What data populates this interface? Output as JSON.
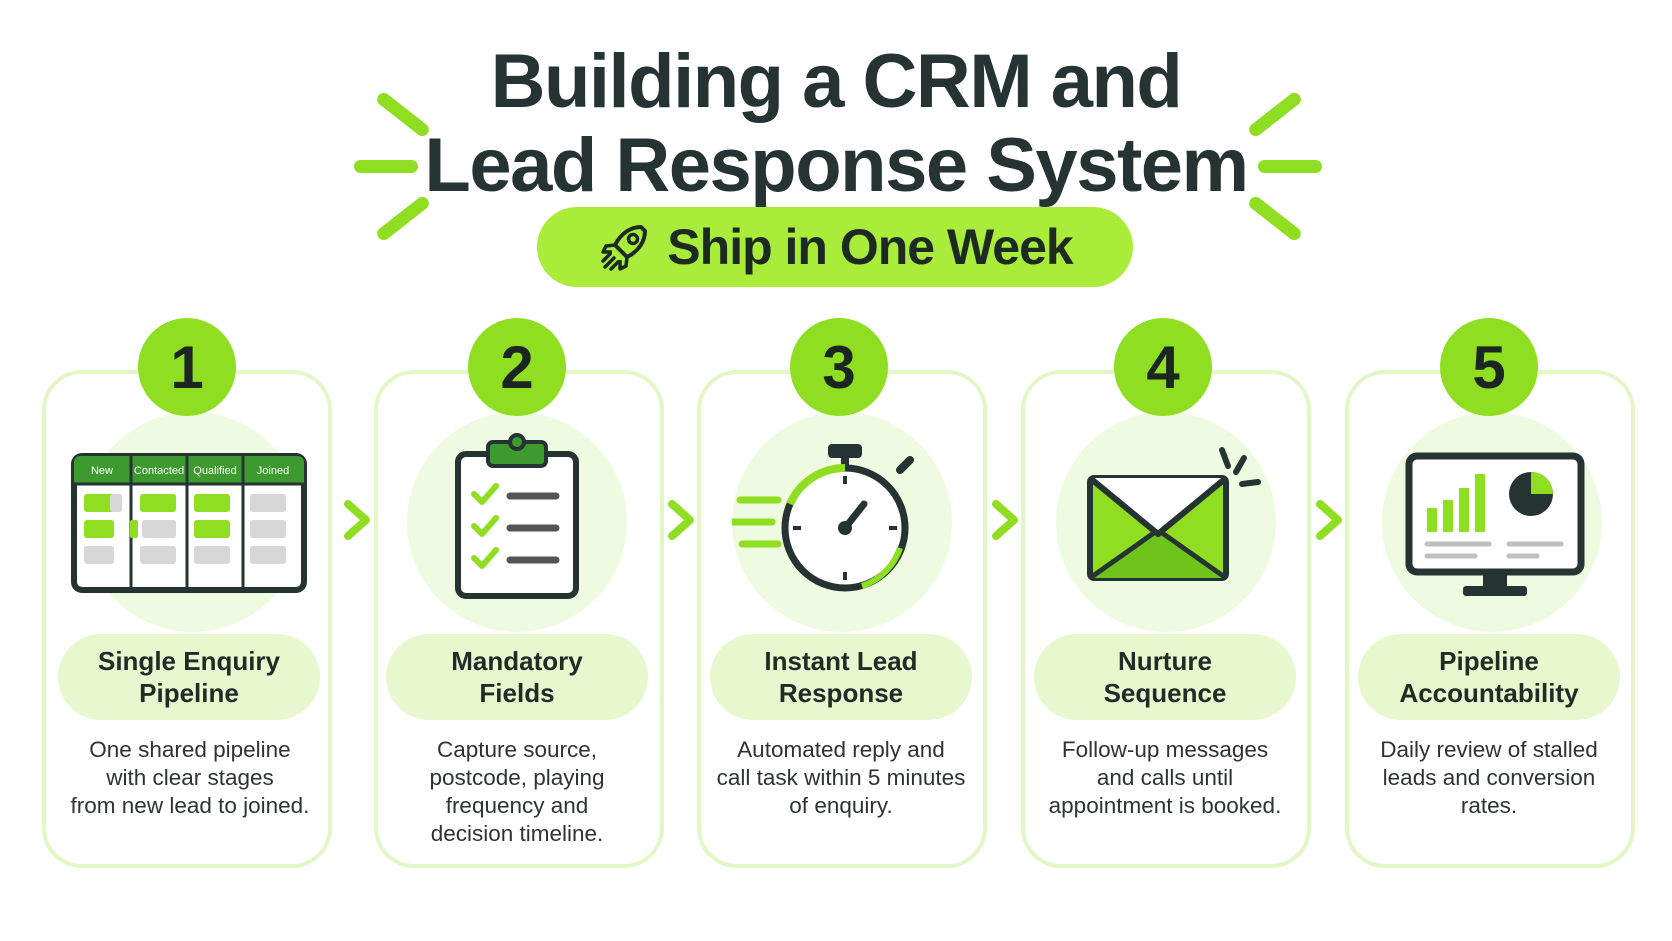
{
  "title": {
    "line1": "Building a CRM and",
    "line2": "Lead Response System"
  },
  "badge_text": "Ship in One Week",
  "colors": {
    "accent": "#8fde21",
    "pill": "#a9ec3a",
    "card_border": "#e2f6c6",
    "label_bg": "#e7f7ce",
    "icon_bg": "#eefbe0",
    "dark": "#263333"
  },
  "steps": [
    {
      "number": "1",
      "icon": "kanban-board-icon",
      "label": "Single Enquiry\nPipeline",
      "description": "One shared pipeline\nwith clear stages\nfrom new lead to joined.",
      "columns": [
        "New",
        "Contacted",
        "Qualified",
        "Joined"
      ]
    },
    {
      "number": "2",
      "icon": "clipboard-checklist-icon",
      "label": "Mandatory\nFields",
      "description": "Capture source,\npostcode, playing\nfrequency and\ndecision timeline."
    },
    {
      "number": "3",
      "icon": "stopwatch-icon",
      "label": "Instant Lead\nResponse",
      "description": "Automated reply and\ncall task within 5 minutes\nof enquiry."
    },
    {
      "number": "4",
      "icon": "envelope-icon",
      "label": "Nurture\nSequence",
      "description": "Follow-up messages\nand calls until\nappointment is booked."
    },
    {
      "number": "5",
      "icon": "dashboard-monitor-icon",
      "label": "Pipeline\nAccountability",
      "description": "Daily review of stalled\nleads and conversion\nrates."
    }
  ]
}
